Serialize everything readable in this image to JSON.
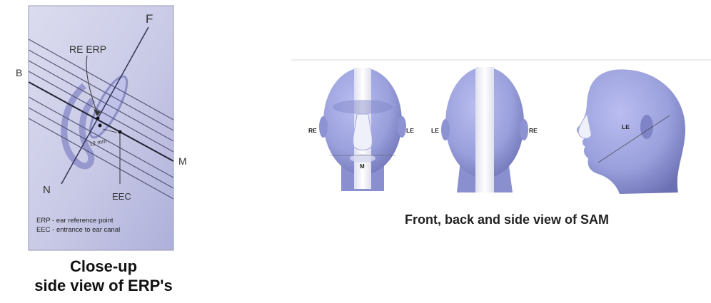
{
  "erp_figure": {
    "labels": {
      "f": "F",
      "b": "B",
      "m": "M",
      "n": "N",
      "re_erp": "RE ERP",
      "eec": "EEC",
      "dimension": "12 mm"
    },
    "legend": [
      "ERP - ear reference point",
      "EEC - entrance to ear canal"
    ],
    "caption_lines": [
      "Close-up",
      "side view of ERP's"
    ]
  },
  "sam_figure": {
    "front": {
      "left_label": "RE",
      "right_label": "LE",
      "mouth_label": "M"
    },
    "back": {
      "left_label": "LE",
      "right_label": "RE"
    },
    "side": {
      "label": "LE"
    },
    "caption": "Front, back and side view of SAM"
  },
  "colors": {
    "head_fill": "#9a9fdc",
    "head_dark": "#6f74b8",
    "stripe": "#f2f2f6",
    "panel": "#cfd0ea"
  }
}
